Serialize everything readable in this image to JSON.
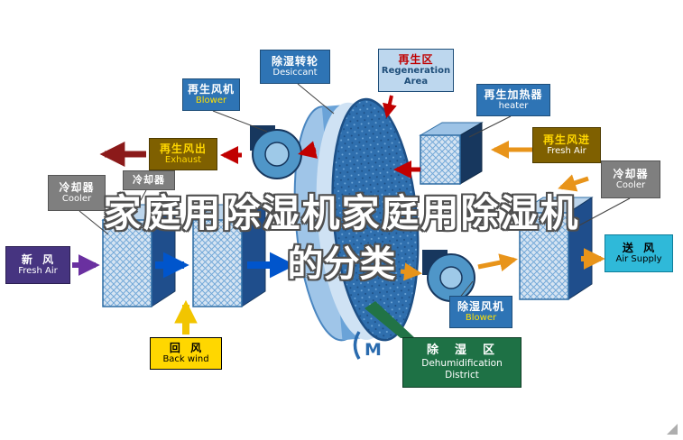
{
  "title": {
    "line1": "家庭用除湿机家庭用除湿机",
    "line2": "的分类"
  },
  "labels": {
    "regen_blower": {
      "zh": "再生风机",
      "en": "Blower"
    },
    "desiccant": {
      "zh": "除湿转轮",
      "en": "Desiccant"
    },
    "regen_area": {
      "zh": "再生区",
      "en": "Regeneration Area"
    },
    "regen_heater": {
      "zh": "再生加热器",
      "en": "heater"
    },
    "exhaust": {
      "zh": "再生风出",
      "en": "Exhaust"
    },
    "regen_fresh_air": {
      "zh": "再生风进",
      "en": "Fresh Air"
    },
    "cooler_left": {
      "zh": "冷却器",
      "en": "Cooler"
    },
    "cooler_small": {
      "zh": "冷却器"
    },
    "cooler_right": {
      "zh": "冷却器",
      "en": "Cooler"
    },
    "fresh_air": {
      "zh": "新  风",
      "en": "Fresh Air"
    },
    "back_wind": {
      "zh": "回  风",
      "en": "Back wind"
    },
    "dehum_blower": {
      "zh": "除湿风机",
      "en": "Blower"
    },
    "air_supply": {
      "zh": "送  风",
      "en": "Air Supply"
    },
    "dehum_district": {
      "zh": "除  湿  区",
      "en": "Dehumidification District"
    }
  },
  "icons": {
    "desiccant_wheel": "rotor-cylinder-icon",
    "heat_exchanger": "hatched-coil-box-icon",
    "fan": "centrifugal-blower-icon",
    "motor": "motor-m-icon"
  },
  "colors": {
    "label_blue": "#2e74b5",
    "label_blue_dark": "#1f4e79",
    "label_light_blue": "#bdd7ee",
    "label_gray": "#7f7f7f",
    "label_brown": "#7f6000",
    "label_yellow": "#ffd700",
    "label_purple": "#463480",
    "label_cyan": "#2fb9d9",
    "label_green": "#1e7145",
    "text_yellow": "#ffe000",
    "zh_red": "#c00000",
    "arrow_red": "#c00000",
    "arrow_dark_red": "#8b1a1a",
    "arrow_orange": "#e8941a",
    "arrow_blue": "#0055cc",
    "arrow_purple": "#6a30a0",
    "arrow_yellow": "#f2c500",
    "wheel_blue": "#2f6fae"
  }
}
